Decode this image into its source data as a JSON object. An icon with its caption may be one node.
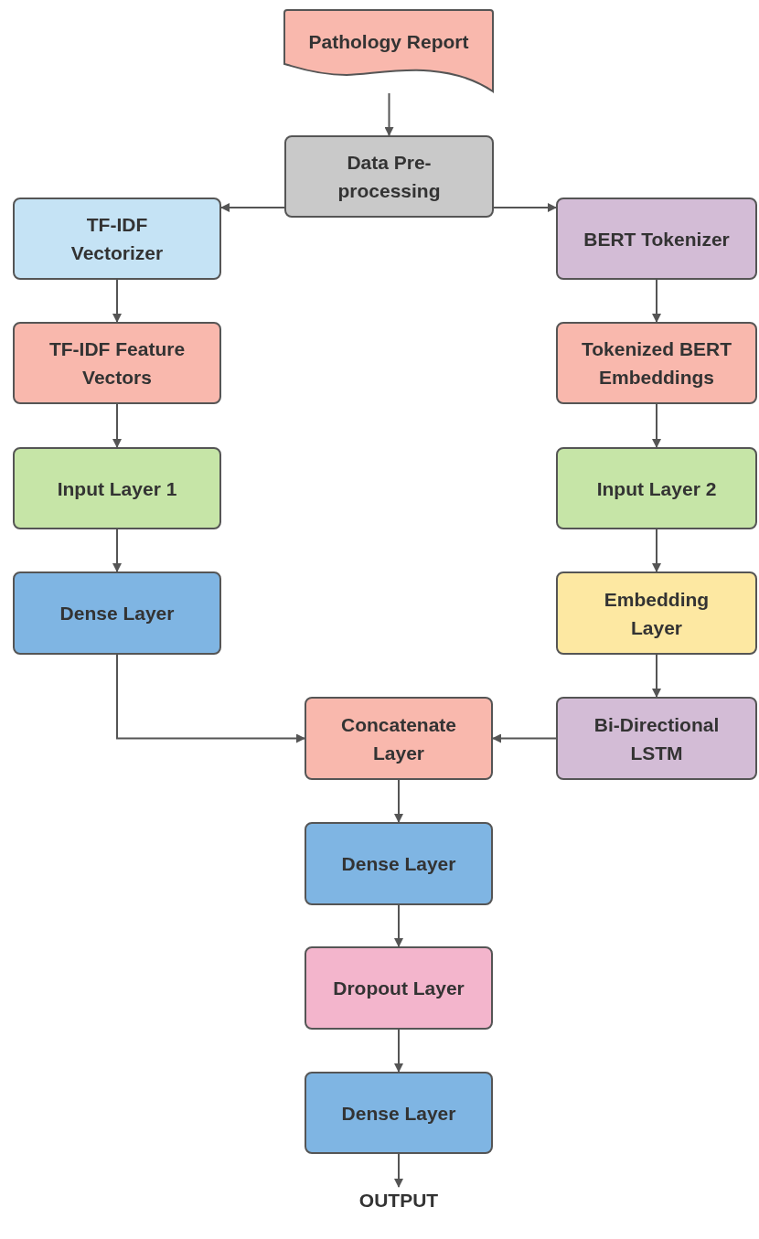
{
  "diagram": {
    "nodes": [
      {
        "text": [
          "Pathology Report"
        ]
      },
      {
        "text": [
          "Data Pre-processing"
        ]
      },
      {
        "text": [
          "TF-IDF Vectorizer"
        ]
      },
      {
        "text": [
          "BERT Tokenizer"
        ]
      },
      {
        "text": [
          "TF-IDF Feature Vectors"
        ]
      },
      {
        "text": [
          "Tokenized BERT Embeddings"
        ]
      },
      {
        "text": [
          "Input Layer 1"
        ]
      },
      {
        "text": [
          "Input Layer 2"
        ]
      },
      {
        "text": [
          "Dense Layer"
        ]
      },
      {
        "text": [
          "Embedding Layer"
        ]
      },
      {
        "text": [
          "Concatenate Layer"
        ]
      },
      {
        "text": [
          "Bi-Directional LSTM"
        ]
      },
      {
        "text": [
          "Dense Layer"
        ]
      },
      {
        "text": [
          "Dropout Layer"
        ]
      },
      {
        "text": [
          "Dense Layer"
        ]
      },
      {
        "text": [
          "OUTPUT"
        ]
      }
    ],
    "edges": [
      {
        "from": 0,
        "to": 1,
        "arrow": "to"
      },
      {
        "from": 1,
        "to": 2,
        "arrow": "to"
      },
      {
        "from": 1,
        "to": 3,
        "arrow": "to"
      },
      {
        "from": 2,
        "to": 4,
        "arrow": "to"
      },
      {
        "from": 4,
        "to": 6,
        "arrow": "to"
      },
      {
        "from": 6,
        "to": 8,
        "arrow": "to"
      },
      {
        "from": 8,
        "to": 10,
        "arrow": "to"
      },
      {
        "from": 3,
        "to": 5,
        "arrow": "to"
      },
      {
        "from": 5,
        "to": 7,
        "arrow": "to"
      },
      {
        "from": 7,
        "to": 9,
        "arrow": "to"
      },
      {
        "from": 9,
        "to": 11,
        "arrow": "to"
      },
      {
        "from": 11,
        "to": 10,
        "arrow": "to"
      },
      {
        "from": 10,
        "to": 12,
        "arrow": "to"
      },
      {
        "from": 12,
        "to": 13,
        "arrow": "to"
      },
      {
        "from": 13,
        "to": 14,
        "arrow": "to"
      },
      {
        "from": 14,
        "to": 15,
        "arrow": "to"
      }
    ]
  }
}
